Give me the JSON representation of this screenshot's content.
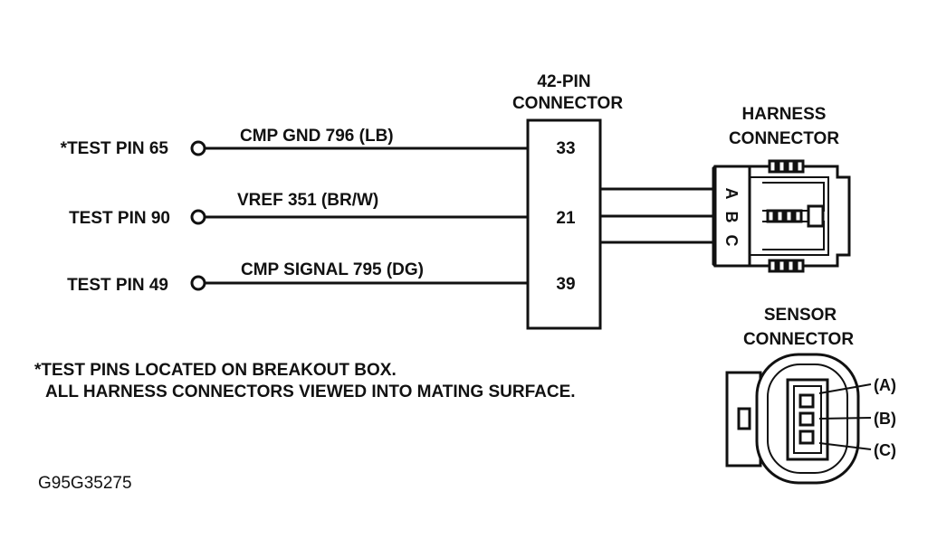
{
  "test_pins": [
    {
      "label": "*TEST PIN 65",
      "wire": "CMP GND 796 (LB)",
      "connector_pin": "33"
    },
    {
      "label": "TEST PIN 90",
      "wire": "VREF 351 (BR/W)",
      "connector_pin": "21"
    },
    {
      "label": "TEST PIN 49",
      "wire": "CMP SIGNAL 795 (DG)",
      "connector_pin": "39"
    }
  ],
  "pin_connector": {
    "title_line1": "42-PIN",
    "title_line2": "CONNECTOR"
  },
  "harness_connector": {
    "title_line1": "HARNESS",
    "title_line2": "CONNECTOR",
    "pin_letters": [
      "A",
      "B",
      "C"
    ]
  },
  "sensor_connector": {
    "title_line1": "SENSOR",
    "title_line2": "CONNECTOR",
    "pin_labels": [
      "(A)",
      "(B)",
      "(C)"
    ]
  },
  "notes": {
    "line1": "*TEST PINS LOCATED ON BREAKOUT BOX.",
    "line2": "ALL HARNESS CONNECTORS VIEWED INTO MATING SURFACE."
  },
  "figure_id": "G95G35275"
}
